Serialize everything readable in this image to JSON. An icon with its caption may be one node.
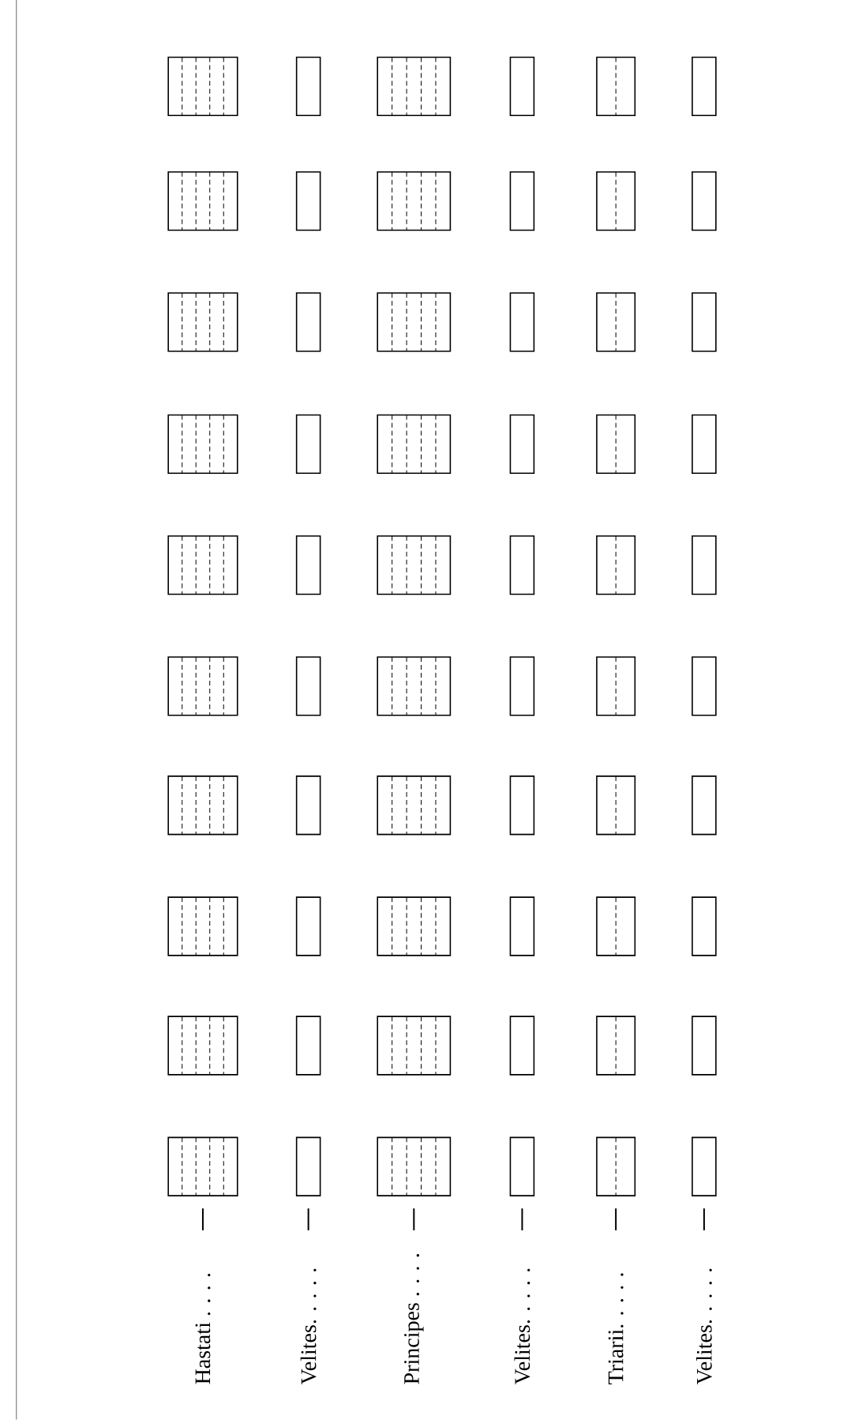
{
  "diagram": {
    "labels": [
      "Hastati . . . .",
      "Velites. . . . .",
      "Principes . . . .",
      "Velites. . . . .",
      "Triarii. . . . .",
      "Velites. . . . ."
    ]
  }
}
